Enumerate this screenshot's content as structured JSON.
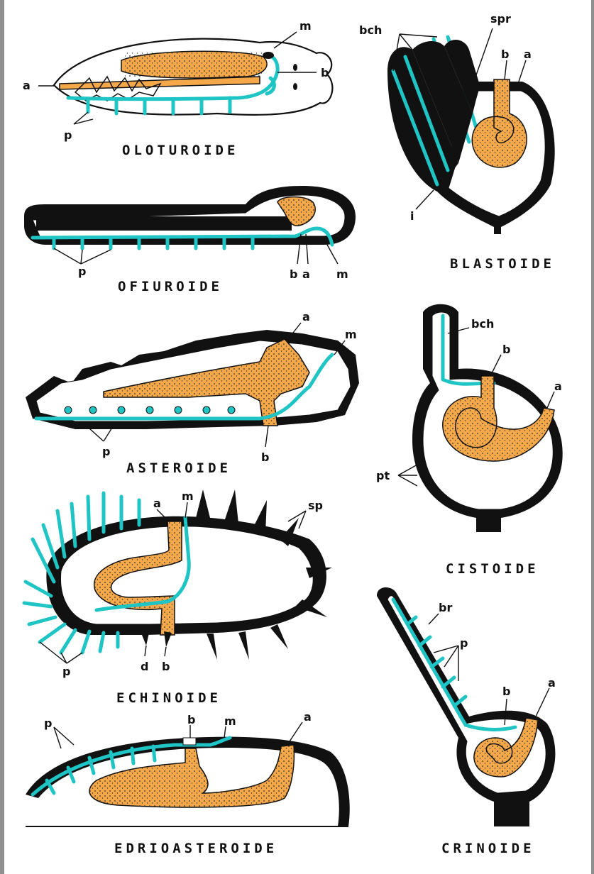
{
  "colors": {
    "gut": "#f5a84a",
    "water_vascular": "#1fc4c4",
    "wall": "#111111"
  },
  "titles": {
    "oloturoide": "OLOTUROIDE",
    "ofiuroide": "OFIUROIDE",
    "asteroide": "ASTEROIDE",
    "echinoide": "ECHINOIDE",
    "edrioasteroide": "EDRIOASTEROIDE",
    "blastoide": "BLASTOIDE",
    "cistoide": "CISTOIDE",
    "crinoide": "CRINOIDE"
  },
  "labels": {
    "a": "a",
    "b": "b",
    "m": "m",
    "p": "p",
    "d": "d",
    "i": "i",
    "sp": "sp",
    "spr": "spr",
    "bch": "bch",
    "br": "br",
    "pt": "pt"
  }
}
